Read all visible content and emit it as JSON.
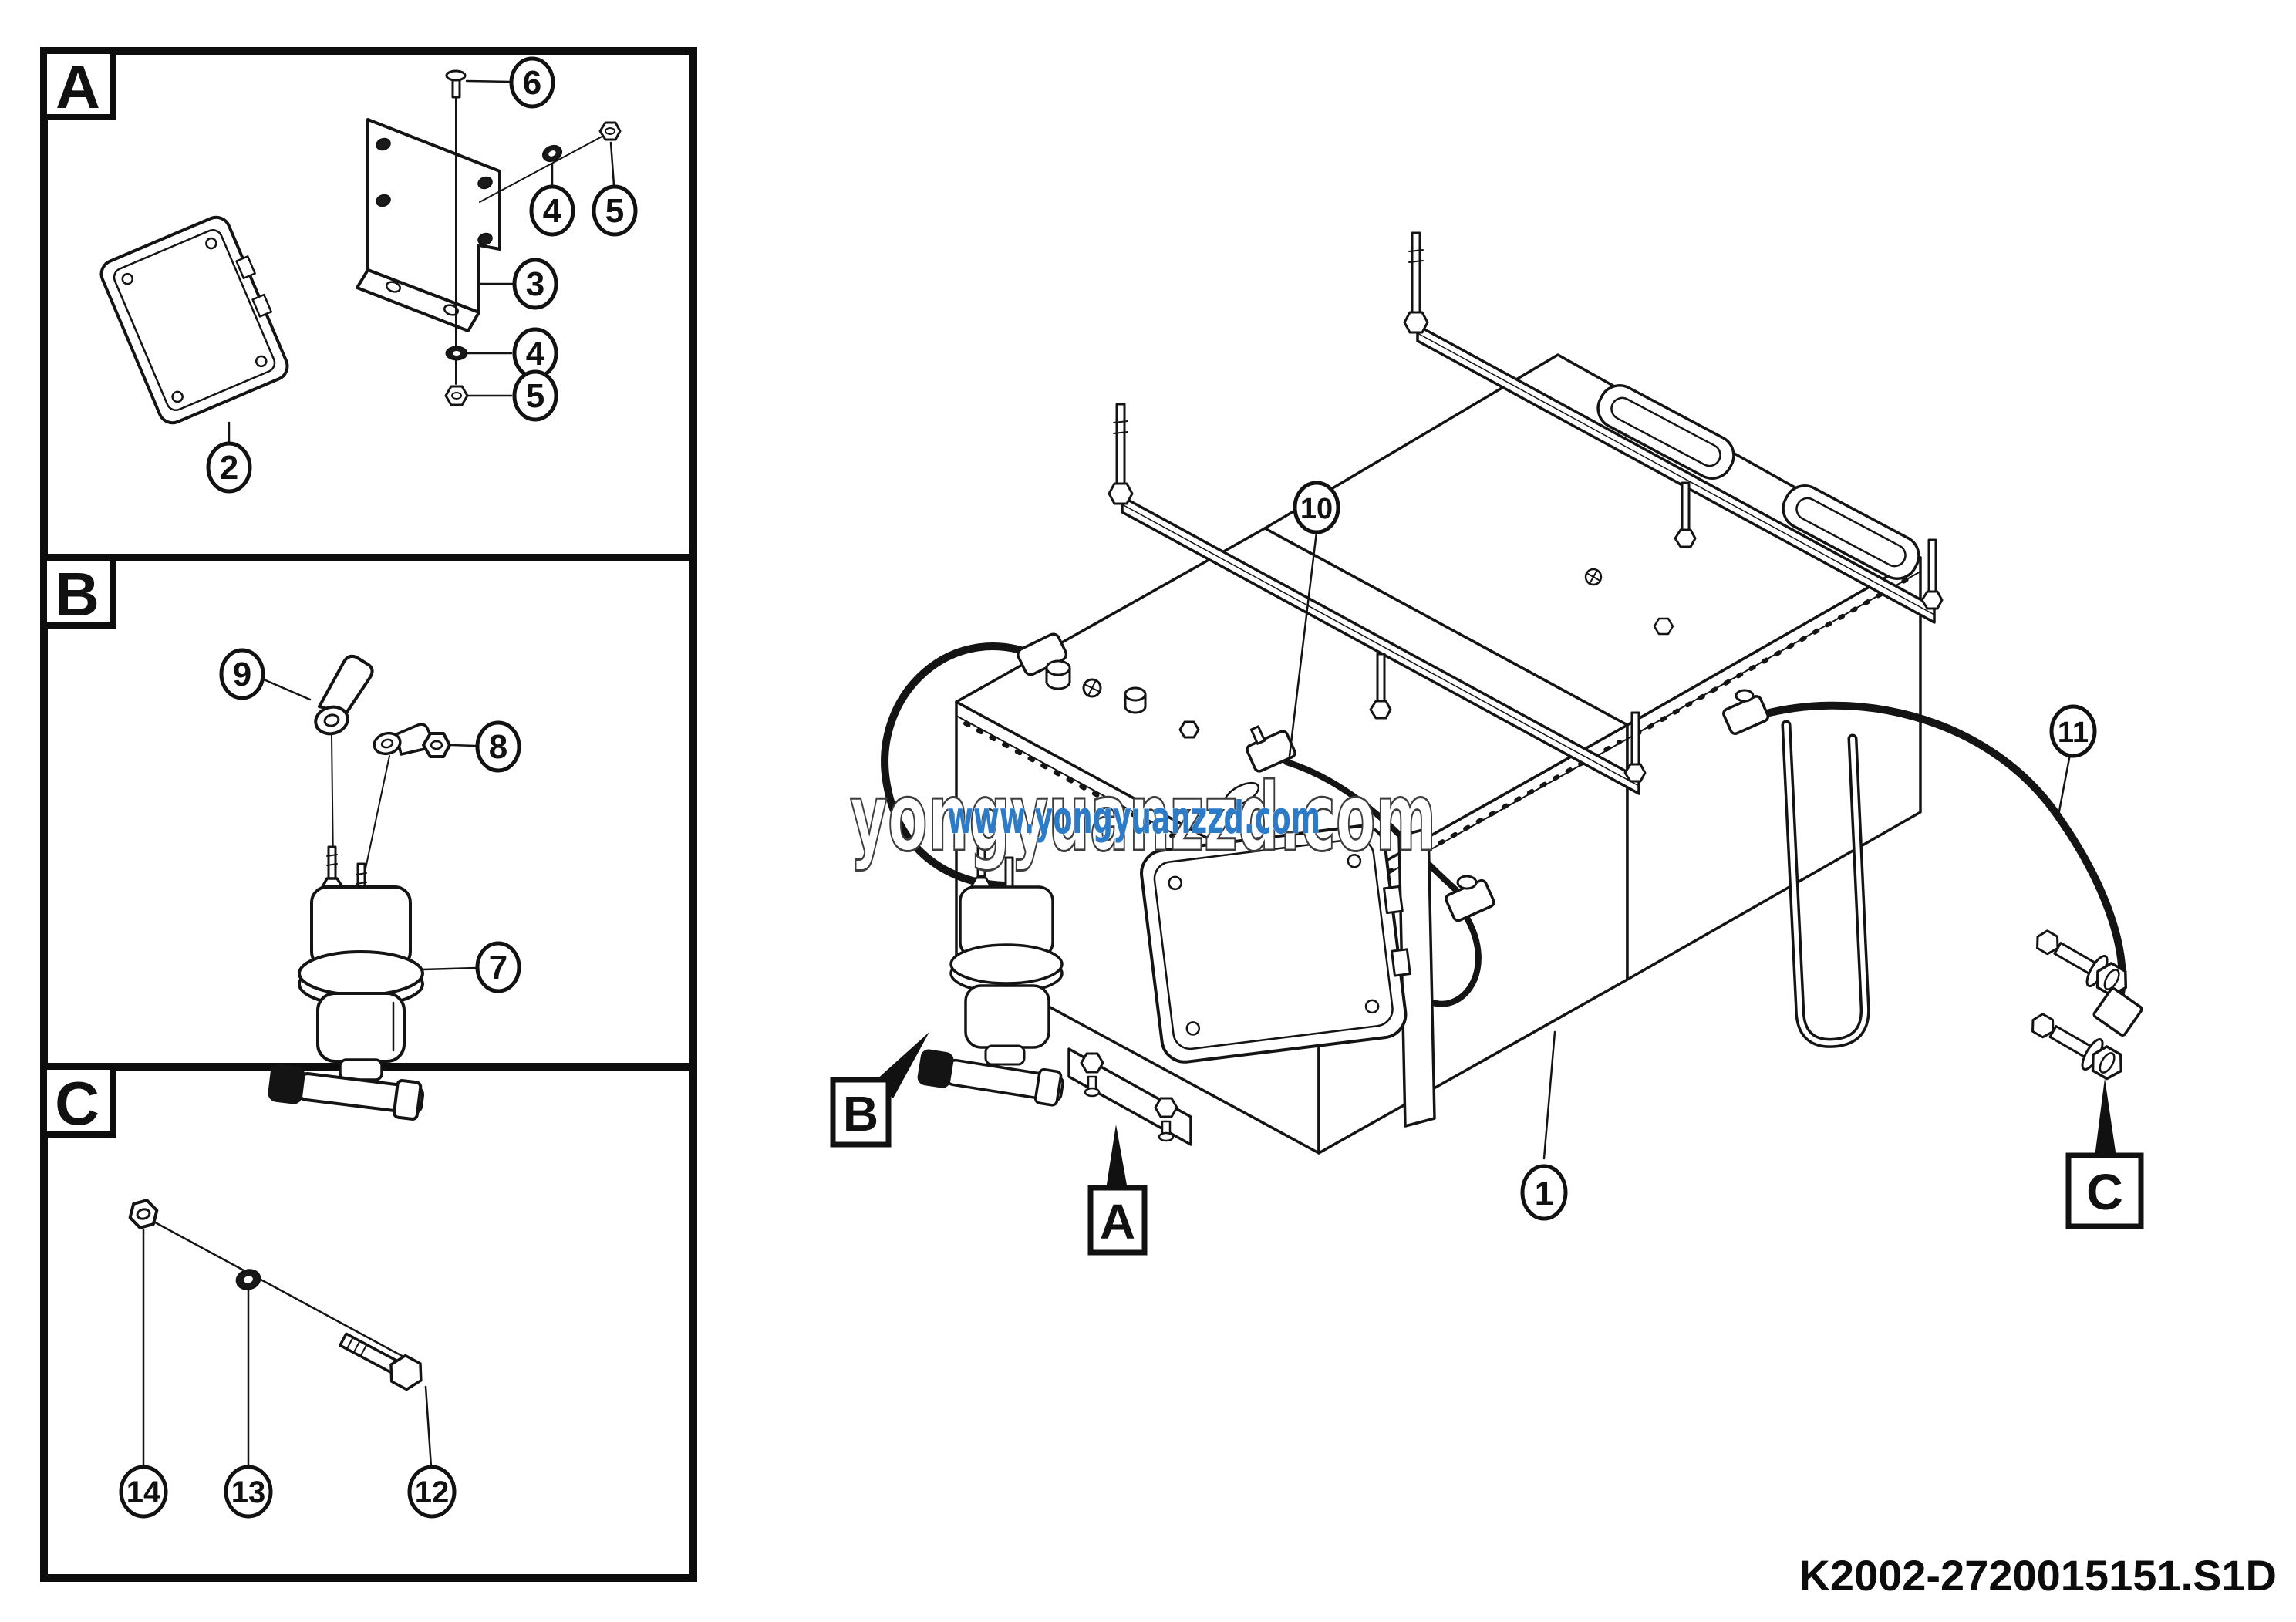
{
  "drawing": {
    "code": "K2002-2720015151.S1D"
  },
  "watermark": {
    "large": "yongyuanzzd.com",
    "small": "www.yongyuanzzd.com",
    "blue_color": "#2b7bc9",
    "outline_color": "#3d3d3d"
  },
  "sections": {
    "a": "A",
    "b": "B",
    "c": "C"
  },
  "callouts": {
    "n1": "1",
    "n2": "2",
    "n3": "3",
    "n4": "4",
    "n5": "5",
    "n6": "6",
    "n7": "7",
    "n8": "8",
    "n9": "9",
    "n10": "10",
    "n11": "11",
    "n12": "12",
    "n13": "13",
    "n14": "14"
  },
  "colors": {
    "line": "#141414",
    "background": "#ffffff"
  }
}
